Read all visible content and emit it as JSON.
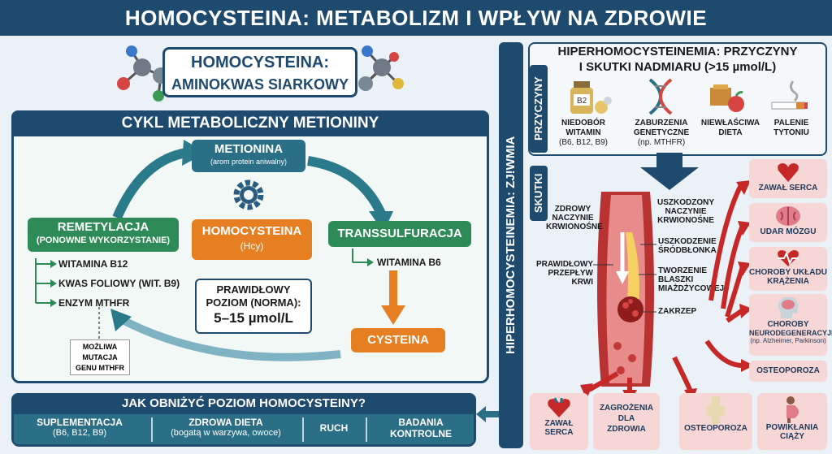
{
  "title": "HOMOCYSTEINA: METABOLIZM I WPŁYW NA ZDROWIE",
  "amino": {
    "line1": "HOMOCYSTEINA:",
    "line2": "AMINOKWAS SIARKOWY"
  },
  "cycle": {
    "header": "CYKL METABOLICZNY METIONINY",
    "methionine": "METIONINA",
    "methionine_sub": "(arom protein aniwalny)",
    "homocysteine": "HOMOCYSTEINA",
    "homocysteine_sub": "(Hcy)",
    "remethylation": "REMETYLACJA",
    "remethylation_sub": "(PONOWNE WYKORZYSTANIE)",
    "remethylation_items": [
      "WITAMINA B12",
      "KWAS FOLIOWY (WIT. B9)",
      "ENZYM MTHFR"
    ],
    "mutation": [
      "MOŻLIWA",
      "MUTACJA",
      "GENU MTHFR"
    ],
    "transsulfuration": "TRANSSULFURACJA",
    "vit_b6": "WITAMINA B6",
    "cysteine": "CYSTEINA",
    "norm": [
      "PRAWIDŁOWY",
      "POZIOM (NORMA):",
      "5–15 µmol/L"
    ]
  },
  "lower": {
    "header": "JAK OBNIŻYĆ POZIOM HOMOCYSTEINY?",
    "items": [
      {
        "label": "SUPLEMENTACJA",
        "sub": "(B6, B12, B9)"
      },
      {
        "label": "ZDROWA DIETA",
        "sub": "(bogatą w warzywa, owoce)"
      },
      {
        "label": "RUCH",
        "sub": ""
      },
      {
        "label": "BADANIA",
        "sub": "KONTROLNE"
      }
    ]
  },
  "right": {
    "vertical_label": "HIPERHOMOCYSTEINEMIA: ZJ!WMIA",
    "title": [
      "HIPERHOMOCYSTEINEMIA: PRZYCZYNY",
      "I SKUTKI NADMIARU (>15 µmol/L)"
    ],
    "causes_label": "PRZYCZYNY",
    "effects_label": "SKUTKI",
    "causes": [
      {
        "label": [
          "NIEDOBÓR",
          "WITAMIN"
        ],
        "sub": "(B6, B12, B9)",
        "icon": "vitamin-bottle-icon"
      },
      {
        "label": [
          "ZABURZENIA",
          "GENETYCZNE"
        ],
        "sub": "(np. MTHFR)",
        "icon": "dna-icon"
      },
      {
        "label": [
          "NIEWŁAŚCIWA",
          "DIETA"
        ],
        "sub": "",
        "icon": "food-icon"
      },
      {
        "label": [
          "PALENIE",
          "TYTONIU"
        ],
        "sub": "",
        "icon": "cigarette-icon"
      }
    ],
    "vessel_labels": {
      "healthy": [
        "ZDROWY",
        "NACZYNIE",
        "KRWIONOŚNE"
      ],
      "damaged": [
        "USZKODZONY",
        "NACZYNIE",
        "KRWIONOŚNE"
      ],
      "endothelium": [
        "USZKODZENIE",
        "ŚRÓDBŁONKA"
      ],
      "normal_flow": [
        "PRAWIDŁOWY",
        "PRZEPŁYW KRWI"
      ],
      "plaque": [
        "TWORZENIE",
        "BLASZKI",
        "MIAŻDŻYCOWEJ"
      ],
      "clot": "ZAKRZEP"
    },
    "effects_side": [
      {
        "label": [
          "ZAWAŁ SERCA"
        ],
        "sub": "",
        "icon": "heart-icon"
      },
      {
        "label": [
          "UDAR MÓZGU"
        ],
        "sub": "",
        "icon": "brain-icon"
      },
      {
        "label": [
          "CHOROBY UKŁADU",
          "KRĄŻENIA"
        ],
        "sub": "",
        "icon": "heartbeat-icon"
      },
      {
        "label": [
          "CHOROBY",
          "NEURODEGENERACYJNE"
        ],
        "sub": "(np. Alzheimer, Parkinson)",
        "icon": "head-brain-icon"
      },
      {
        "label": [
          "OSTEOPOROZA"
        ],
        "sub": "",
        "icon": ""
      }
    ],
    "effects_bottom": [
      {
        "label": [
          "ZAWAŁ",
          "SERCA"
        ],
        "icon": "heart-icon"
      },
      {
        "label": [
          "ZAGROŻENIA",
          "DLA",
          "ZDROWIA"
        ],
        "icon": ""
      },
      {
        "label": [
          "OSTEOPOROZA"
        ],
        "icon": "joint-icon"
      },
      {
        "label": [
          "POWIKŁANIA",
          "CIĄŻY"
        ],
        "icon": "pregnancy-icon"
      }
    ]
  }
}
